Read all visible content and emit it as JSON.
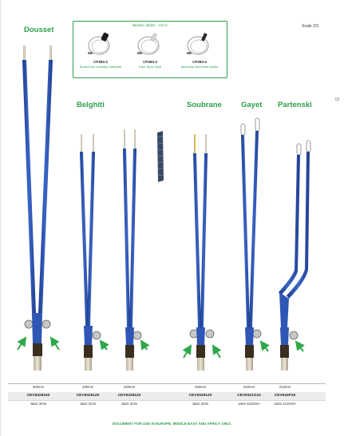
{
  "scale": "Scale 2/3",
  "page_number": "13",
  "cables": {
    "title": "Bipolar cables - 4,5 m",
    "items": [
      {
        "code": "CP393-2",
        "brand": "Bowa Emc Lamidey Valleylab"
      },
      {
        "code": "CP393-3",
        "brand": "Erbe Storz Wolf"
      },
      {
        "code": "CP393-4",
        "brand": "Aesculap Berchtold Martin"
      }
    ]
  },
  "groups": [
    {
      "title": "Dousset"
    },
    {
      "title": "Belghiti"
    },
    {
      "title": "Soubrane"
    },
    {
      "title": "Gayet"
    },
    {
      "title": "Partenski"
    }
  ],
  "columns": [
    {
      "length": "300mm",
      "code": "CEV9328150",
      "jaws": "Jaws 3mm"
    },
    {
      "length": "230mm",
      "code": "CEV9328120",
      "jaws": "Jaws 2mm"
    },
    {
      "length": "230mm",
      "code": "CEV9328120",
      "jaws": "Jaws 2mm"
    },
    {
      "length": "230mm",
      "code": "CEV9328120",
      "jaws": "Jaws 2mm"
    },
    {
      "length": "240mm",
      "code": "CEV9321G24",
      "jaws": "Jaws 5x15mm"
    },
    {
      "length": "210mm",
      "code": "CEV932P10",
      "jaws": "Jaws 4x10mm"
    }
  ],
  "footer": "DOCUMENT FOR USE IN EUROPE, MIDDLE-EAST AND AFRICA ONLY.",
  "colors": {
    "brand_green": "#2e9e4a",
    "instrument_blue": "#2f56b5",
    "instrument_blue_dark": "#1f3d8f",
    "arrow_green": "#2ea84a",
    "connector_dark": "#3a2e1f"
  }
}
